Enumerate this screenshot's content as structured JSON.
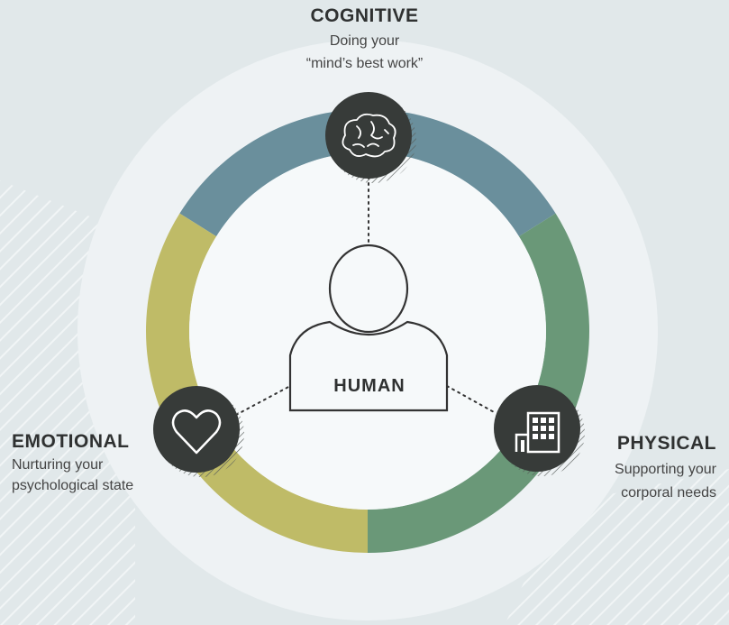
{
  "center": {
    "label": "HUMAN"
  },
  "dimensions": [
    {
      "key": "cognitive",
      "title": "COGNITIVE",
      "desc_lines": [
        "Doing your",
        "“mind’s best work”"
      ],
      "icon": "brain-icon",
      "color": "#6a8f9c"
    },
    {
      "key": "emotional",
      "title": "EMOTIONAL",
      "desc_lines": [
        "Nurturing your",
        "psychological state"
      ],
      "icon": "heart-icon",
      "color": "#bfbb67"
    },
    {
      "key": "physical",
      "title": "PHYSICAL",
      "desc_lines": [
        "Supporting your",
        "corporal needs"
      ],
      "icon": "building-icon",
      "color": "#6a9878"
    }
  ],
  "colors": {
    "background": "#e1e8ea",
    "outer_circle": "#eef2f4",
    "icon_disc": "#373b39",
    "line": "#333333"
  }
}
